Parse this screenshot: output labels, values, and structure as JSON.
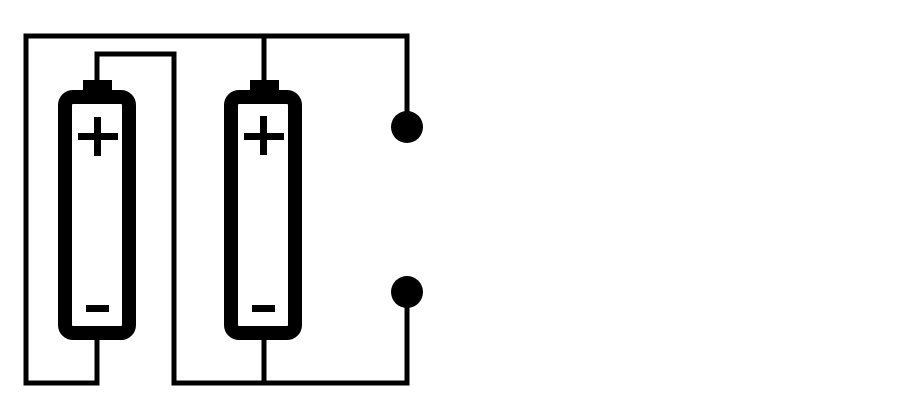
{
  "diagram": {
    "type": "circuit",
    "description_elements": {
      "batteries": [
        {
          "id": "battery-1",
          "positive_label": "+",
          "negative_label": "−"
        },
        {
          "id": "battery-2",
          "positive_label": "+",
          "negative_label": "−"
        }
      ],
      "terminals": [
        "top-terminal",
        "bottom-terminal"
      ]
    },
    "colors": {
      "stroke": "#000000",
      "background": "#ffffff",
      "battery_fill": "#ffffff"
    }
  }
}
